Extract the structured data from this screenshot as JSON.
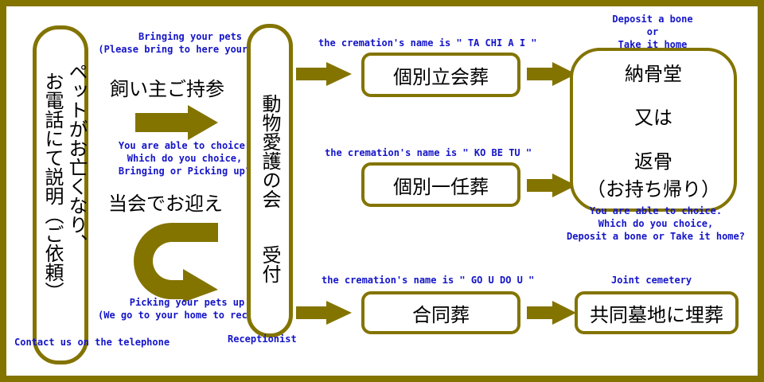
{
  "colors": {
    "frame": "#837400",
    "english_text": "#1414c8",
    "japanese_text": "#000000"
  },
  "left": {
    "contact_vertical": [
      "ペットがお亡くなり、",
      "お電話にて説明（ご依頼）"
    ],
    "contact_caption": "Contact us on the telephone"
  },
  "middle": {
    "bringing_caption": [
      "Bringing your pets",
      "(Please bring to here your pets)"
    ],
    "bringing_label": "飼い主ご持参",
    "choice_caption": [
      "You are able to choice.",
      "Which do you choice,",
      "Bringing or Picking up?"
    ],
    "pickup_label": "当会でお迎え",
    "pickup_caption": [
      "Picking your pets up",
      "(We go to your home to receive)"
    ]
  },
  "reception": {
    "vertical": [
      "動物愛護の会",
      "受付"
    ],
    "caption": "Receptionist"
  },
  "services": [
    {
      "caption": "the cremation's name is \" TA CHI A I \"",
      "label": "個別立会葬"
    },
    {
      "caption": "the cremation's name is \" KO BE TU \"",
      "label": "個別一任葬"
    },
    {
      "caption": "the cremation's name is \" GO U DO U \"",
      "label": "合同葬"
    }
  ],
  "result": {
    "top_caption": [
      "Deposit a bone",
      "or",
      "Take it home"
    ],
    "lines": [
      "納骨堂",
      "又は",
      "返骨",
      "（お持ち帰り）"
    ],
    "bottom_caption": [
      "You are able to choice.",
      "Which do you choice,",
      "Deposit a bone or Take it home?"
    ]
  },
  "cemetery": {
    "caption": "Joint cemetery",
    "label": "共同墓地に埋葬"
  }
}
